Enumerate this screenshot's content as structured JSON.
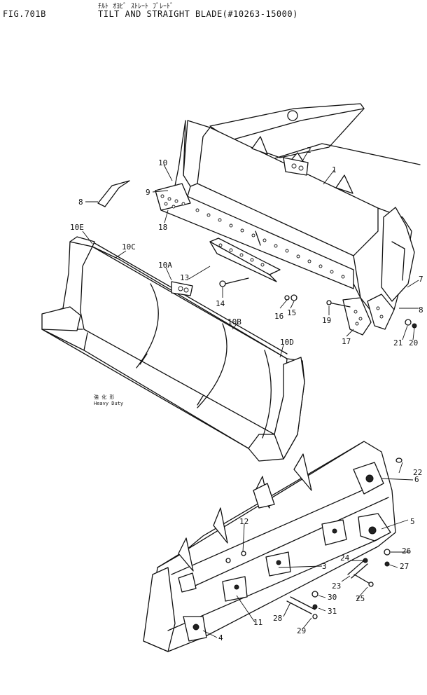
{
  "header": {
    "fig": "FIG.701B",
    "title_jp": "ﾁﾙﾄ ｵﾖﾋﾞ ｽﾄﾚｰﾄ ﾌﾞﾚｰﾄﾞ",
    "title_en": "TILT AND STRAIGHT BLADE(#10263-15000)"
  },
  "callouts": {
    "c1": "1",
    "c2": "2",
    "c3": "3",
    "c4": "4",
    "c5": "5",
    "c6": "6",
    "c7": "7",
    "c8": "8",
    "c8b": "8",
    "c9": "9",
    "c10": "10",
    "c10a": "10A",
    "c10b": "10B",
    "c10c": "10C",
    "c10d": "10D",
    "c10e": "10E",
    "c11": "11",
    "c12": "12",
    "c13": "13",
    "c14": "14",
    "c15": "15",
    "c16": "16",
    "c17": "17",
    "c18": "18",
    "c19": "19",
    "c20": "20",
    "c21": "21",
    "c22": "22",
    "c23": "23",
    "c24": "24",
    "c25": "25",
    "c26": "26",
    "c27": "27",
    "c28": "28",
    "c29": "29",
    "c30": "30",
    "c31": "31"
  },
  "heavy_duty": {
    "jp": "強 化 形",
    "en": "Heavy Duty"
  }
}
